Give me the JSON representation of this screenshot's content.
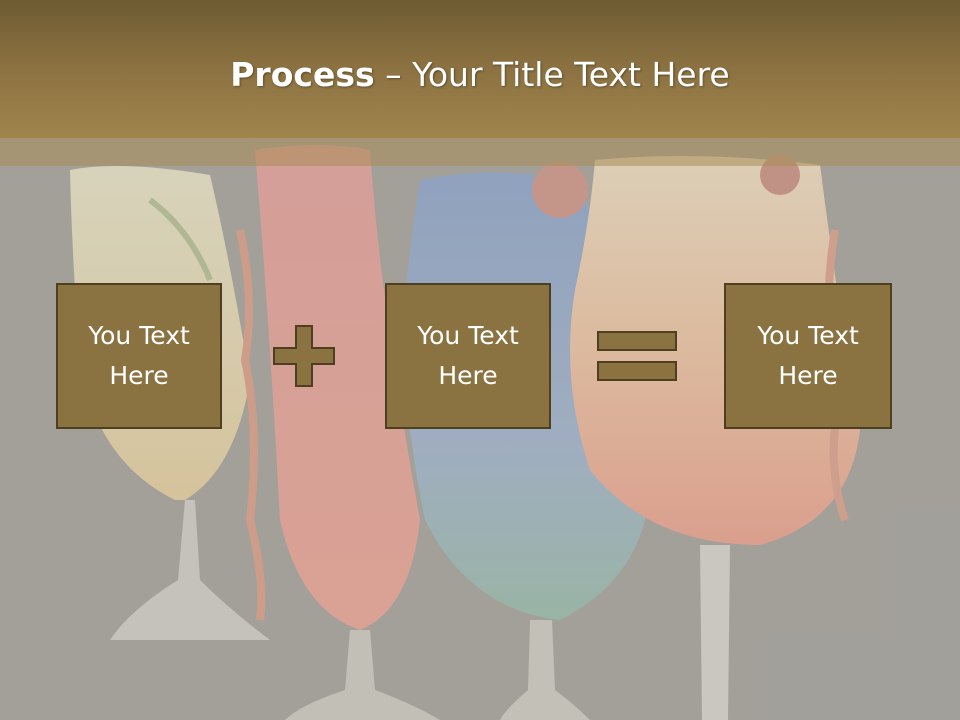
{
  "slide": {
    "title_bold": "Process",
    "title_rest": " – Your Title Text Here"
  },
  "process": {
    "boxes": [
      {
        "label": "You Text Here"
      },
      {
        "label": "You Text Here"
      },
      {
        "label": "You Text Here"
      }
    ],
    "operators": [
      "plus",
      "equals"
    ]
  },
  "colors": {
    "title_band": "#8a7040",
    "box_fill": "#8a7341",
    "box_border": "#4e3f20",
    "text": "#ffffff"
  }
}
